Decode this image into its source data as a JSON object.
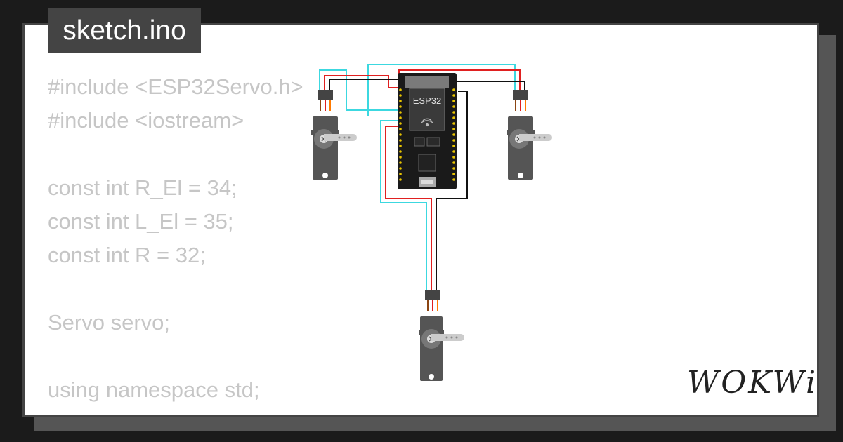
{
  "header": {
    "filename": "sketch.ino"
  },
  "code_lines": [
    "#include <ESP32Servo.h>",
    "#include <iostream>",
    "",
    "const int R_El = 34;",
    "const int L_El = 35;",
    "const int R = 32;",
    "",
    "Servo servo;",
    "",
    "using namespace std;"
  ],
  "board": {
    "label": "ESP32"
  },
  "colors": {
    "wire_cyan": "#3cd8e0",
    "wire_red": "#e02020",
    "wire_black": "#111111",
    "servo_body": "#555555",
    "servo_wire_orange": "#ff7a00"
  },
  "brand": {
    "logo_text": "WOKWi"
  }
}
